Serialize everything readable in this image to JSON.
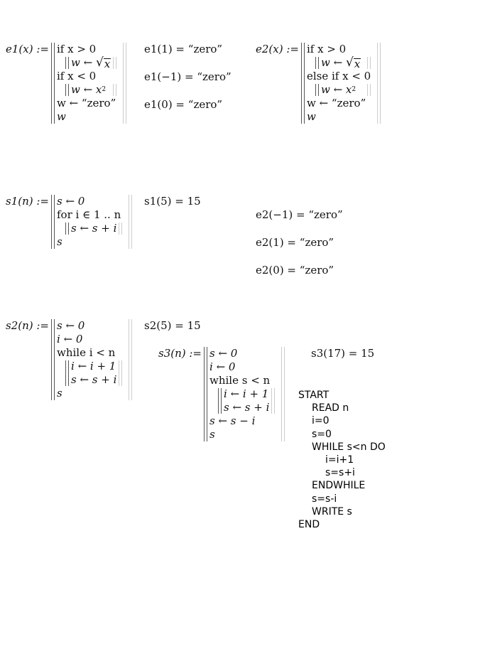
{
  "e1": {
    "name": "e1(x) :=",
    "l1": "if x > 0",
    "l2_lhs": "w ←",
    "l2_arg": "x",
    "l3": "if x < 0",
    "l4_lhs": "w ← x",
    "l4_exp": "2",
    "l5": "w ← “zero”",
    "l6": "w"
  },
  "e1_evals": [
    "e1(1) = “zero”",
    "e1(−1) = “zero”",
    "e1(0) = “zero”"
  ],
  "e2": {
    "name": "e2(x) :=",
    "l1": "if x > 0",
    "l2_lhs": "w ←",
    "l2_arg": "x",
    "l3": "else if x < 0",
    "l4_lhs": "w ← x",
    "l4_exp": "2",
    "l5": "w ← “zero”",
    "l6": "w"
  },
  "e2_evals": [
    "e2(−1) = “zero”",
    "e2(1) = “zero”",
    "e2(0) = “zero”"
  ],
  "s1": {
    "name": "s1(n) :=",
    "l1": "s ← 0",
    "l2": "for i ∈ 1 .. n",
    "l3": "s ← s + i",
    "l4": "s",
    "eval": "s1(5) = 15"
  },
  "s2": {
    "name": "s2(n) :=",
    "l1": "s ← 0",
    "l2": "i ← 0",
    "l3": "while i < n",
    "l4": "i ← i + 1",
    "l5": "s ← s + i",
    "l6": "s",
    "eval": "s2(5) = 15"
  },
  "s3": {
    "name": "s3(n) :=",
    "l1": "s ← 0",
    "l2": "i ← 0",
    "l3": "while s < n",
    "l4": "i ← i + 1",
    "l5": "s ← s + i",
    "l6": "s ← s − i",
    "l7": "s",
    "eval": "s3(17) = 15"
  },
  "pseudocode": {
    "start": "START",
    "read": "READ n",
    "i0": "i=0",
    "s0": "s=0",
    "while": "WHILE s<n DO",
    "inc_i": "i=i+1",
    "inc_s": "s=s+i",
    "endwhile": "ENDWHILE",
    "dec_s": "s=s-i",
    "write": "WRITE s",
    "end": "END"
  }
}
